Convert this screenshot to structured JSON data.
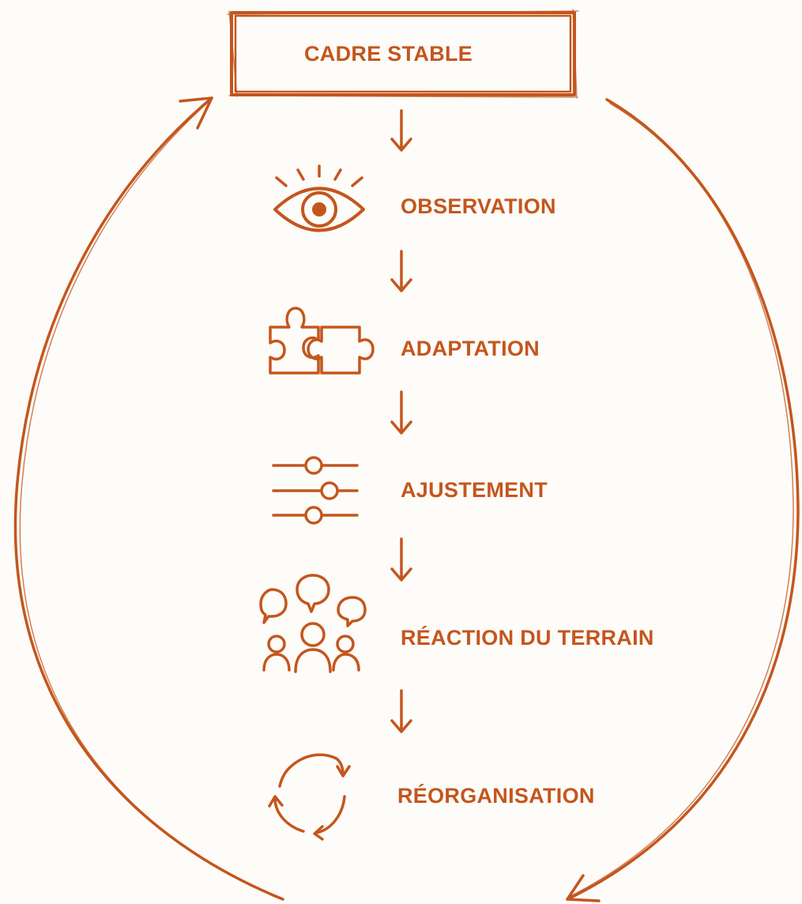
{
  "colors": {
    "accent": "#c4561d",
    "background": "#fdfcf9"
  },
  "header": {
    "title": "CADRE STABLE"
  },
  "steps": [
    {
      "label": "OBSERVATION",
      "icon": "eye-icon"
    },
    {
      "label": "ADAPTATION",
      "icon": "puzzle-icon"
    },
    {
      "label": "AJUSTEMENT",
      "icon": "sliders-icon"
    },
    {
      "label": "RÉACTION DU TERRAIN",
      "icon": "people-talking-icon"
    },
    {
      "label": "RÉORGANISATION",
      "icon": "cycle-arrows-icon"
    }
  ]
}
